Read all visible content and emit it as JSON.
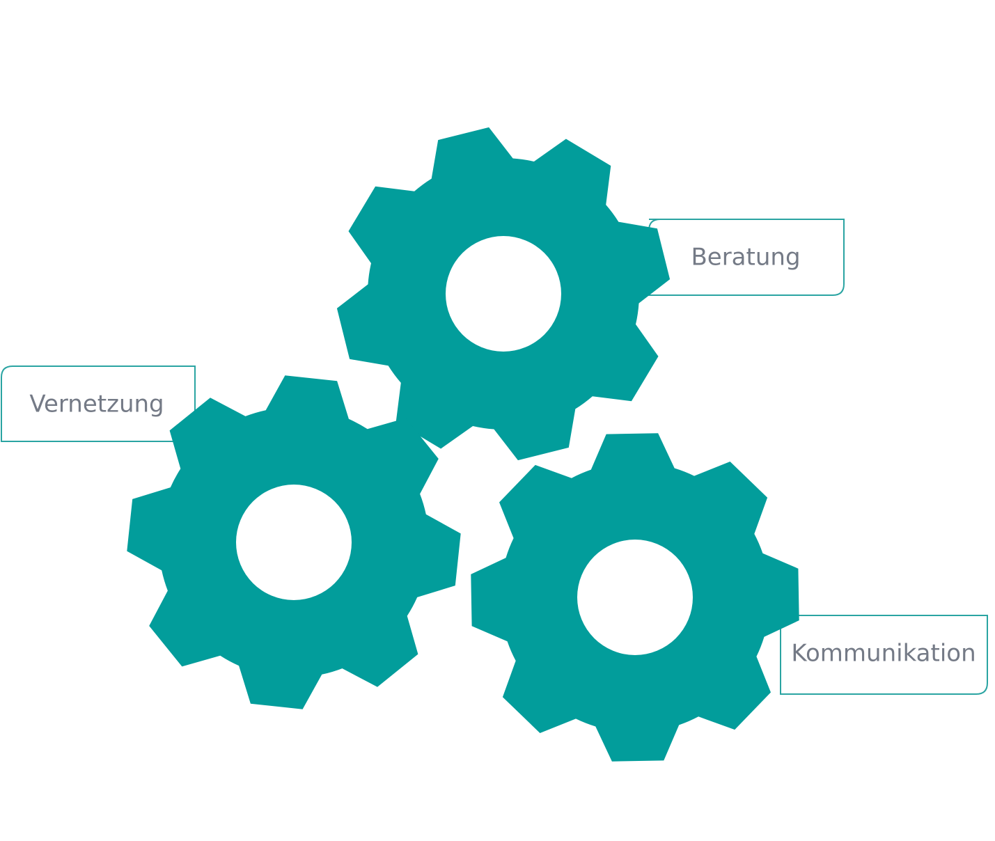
{
  "colors": {
    "gear": "#029d9b",
    "hole": "#ffffff",
    "label_border": "#2aa4a2",
    "label_text": "#747a86",
    "background": "#ffffff"
  },
  "labels": {
    "beratung": "Beratung",
    "vernetzung": "Vernetzung",
    "kommunikation": "Kommunikation"
  },
  "icons": {
    "gears": [
      "gear-icon",
      "gear-icon",
      "gear-icon"
    ]
  }
}
